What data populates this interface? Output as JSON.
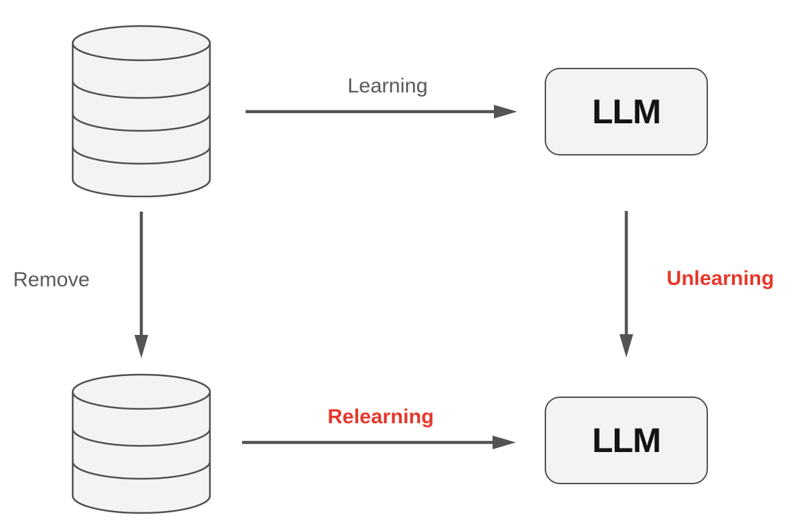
{
  "diagram": {
    "type": "flow-diagram",
    "nodes": [
      {
        "id": "dataset-full",
        "shape": "database-cylinder",
        "segments": 4,
        "label": ""
      },
      {
        "id": "llm-top",
        "shape": "rounded-box",
        "label": "LLM"
      },
      {
        "id": "dataset-reduced",
        "shape": "database-cylinder",
        "segments": 3,
        "label": ""
      },
      {
        "id": "llm-bottom",
        "shape": "rounded-box",
        "label": "LLM"
      }
    ],
    "edges": [
      {
        "from": "dataset-full",
        "to": "llm-top",
        "label": "Learning",
        "direction": "right",
        "label_color": "#595959",
        "label_weight": "regular"
      },
      {
        "from": "dataset-full",
        "to": "dataset-reduced",
        "label": "Remove",
        "direction": "down",
        "label_color": "#595959",
        "label_weight": "regular"
      },
      {
        "from": "llm-top",
        "to": "llm-bottom",
        "label": "Unlearning",
        "direction": "down",
        "label_color": "#e5382b",
        "label_weight": "bold"
      },
      {
        "from": "dataset-reduced",
        "to": "llm-bottom",
        "label": "Relearning",
        "direction": "right",
        "label_color": "#e5382b",
        "label_weight": "bold"
      }
    ]
  },
  "icons": {
    "dataset_full": "database-icon",
    "dataset_reduced": "database-icon"
  },
  "colors": {
    "label_gray": "#595959",
    "accent_red": "#e5382b",
    "shape_stroke": "#4f4f4f",
    "shape_fill": "#f3f3f3",
    "arrow": "#545454",
    "text_black": "#141414",
    "background": "#ffffff"
  }
}
